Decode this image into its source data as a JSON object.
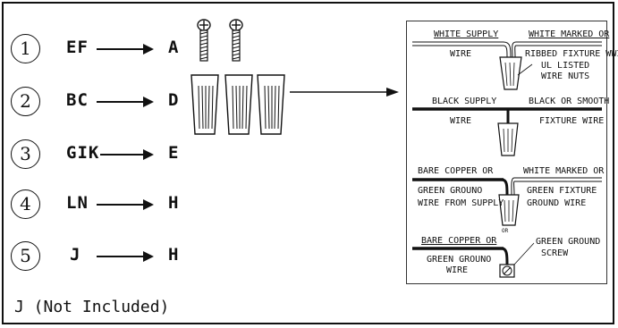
{
  "steps": [
    {
      "num": "1",
      "from": "EF",
      "to": "A"
    },
    {
      "num": "2",
      "from": "BC",
      "to": "D"
    },
    {
      "num": "3",
      "from": "GIK",
      "to": "E"
    },
    {
      "num": "4",
      "from": "LN",
      "to": "H"
    },
    {
      "num": "5",
      "from": "J",
      "to": "H"
    }
  ],
  "note": "J (Not Included)",
  "hardware": {
    "screws": [
      "screw-icon",
      "screw-icon"
    ],
    "wire_nuts": [
      "wire-nut-icon",
      "wire-nut-icon",
      "wire-nut-icon"
    ]
  },
  "wiring_diagram": {
    "white": {
      "supply_label": "WHITE SUPPLY",
      "supply_sub": "WIRE",
      "fixture_label": "WHITE MARKED OR",
      "fixture_sub": "RIBBED FIXTURE WWIRE",
      "nut_label_1": "UL LISTED",
      "nut_label_2": "WIRE NUTS"
    },
    "black": {
      "supply_label": "BLACK SUPPLY",
      "supply_sub": "WIRE",
      "fixture_label": "BLACK OR SMOOTH",
      "fixture_sub": "FIXTURE WIRE"
    },
    "ground": {
      "supply_label": "BARE COPPER OR",
      "supply_sub_1": "GREEN GROUNO",
      "supply_sub_2": "WIRE FROM SUPPLY",
      "fixture_label": "WHITE MARKED OR",
      "fixture_sub_1": "GREEN FIXTURE",
      "fixture_sub_2": "GROUND WIRE"
    },
    "or_label": "OR",
    "screw_ground": {
      "wire_label": "BARE COPPER OR",
      "wire_sub_1": "GREEN GROUNO",
      "wire_sub_2": "WIRE",
      "screw_label_1": "GREEN GROUND",
      "screw_label_2": "SCREW"
    }
  }
}
